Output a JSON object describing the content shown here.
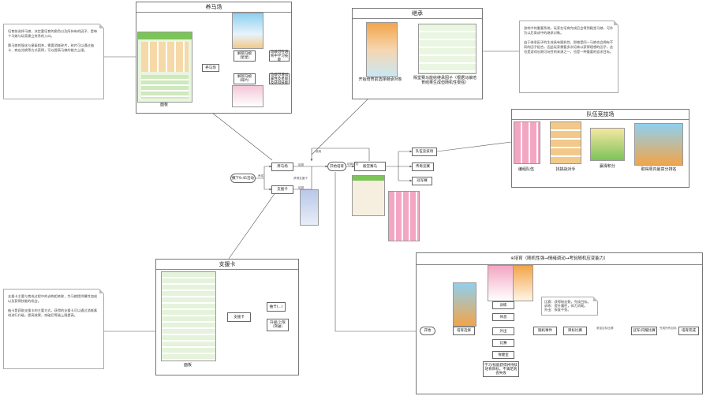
{
  "frames": {
    "horse": "养马场",
    "inherit": "继承",
    "team": "队伍竞技场",
    "support": "支援卡",
    "training": "※培育（随机性强→情绪调动→考验随机应变能力）"
  },
  "nodes": {
    "start": "撒下9:45活动",
    "horse_farm": "养马场",
    "support_card": "支援卡",
    "training": "开始培育",
    "winner_horse": "殿堂赛马",
    "team_race": "队伍竞技场",
    "legend_race": "传奇竞赛",
    "champion_meet": "冠军赛",
    "hf_small": "养马场",
    "hf_unlock_star": "解锁马娘（星星）",
    "hf_unlock_piece": "解锁马娘（碎片）",
    "hf_out1": "马娘可在培育中学习技能",
    "hf_out2": "马娘可增加属性及星级及获得技能",
    "sc_small": "支援卡",
    "sc_gacha": "抽卡(...)",
    "sc_upgrade": "升级/上限（突破）",
    "tr_start": "开始",
    "tr_select": "培育选择",
    "tr_training": "训练",
    "tr_rest": "休息",
    "tr_outing": "外出",
    "tr_race": "比赛",
    "tr_infirmary": "保健室",
    "tr_random": "随机事件",
    "tr_target": "目标比赛",
    "tr_twinkle": "冠军/闪耀比赛",
    "tr_done": "培育完成",
    "tr_loop": "学习/技能获得并持续培育目标，不满足则会失败"
  },
  "edge_labels": {
    "e1": "养成",
    "e2": "获得",
    "e3": "培育",
    "e4": "培育",
    "e5": "培育成功",
    "e6": "使用",
    "e7": "获得支援卡",
    "e8": "结果产出",
    "e9": "培育成果",
    "e10": "参加目标比赛",
    "e11": "完成所有目标",
    "e12": "获取",
    "e13": "培育"
  },
  "captions": {
    "horse_panel": "面板",
    "inherit_left": "开始培育前选择继承对象",
    "inherit_right": "殿堂赛马能给继承因子（根据马娘培育结果生成但随机性很强）",
    "team_1": "编组队伍",
    "team_2": "找挑战对手",
    "team_3": "赢得积分",
    "team_4": "取得周内最高分排名",
    "support_panel": "面板"
  },
  "notes": {
    "left_top": [
      "培育前选择马娘，决定要培育的角色以及所持有的因子，是每个马娘与玩家建立关系的入口。",
      "赛马娘的强化与星级相关，需要消耗碎片，碎片可以通过抽卡、商店兑换等方式获得，可以提高马娘的能力上限。"
    ],
    "left_bottom": [
      "支援卡主要与育成过程中的训练相关联，为马娘提供属性加成以及获得技能的机会。",
      "抽卡是获取支援卡的主要方式，获得的支援卡可以通过消耗素材进行升级，提高效果，突破后等级上限提高。"
    ],
    "right_top": [
      "游戏中的重要系统，玩家在培育完成后会得到殿堂马娘，可作为以后育成中的继承对象。",
      "由于继承因子的生成具有随机性，即使是同一马娘也会拥有不同的因子组合，因此玩家需要多次培育以获得理想的因子，这也是游戏长期可玩性的来源之一，也是一种重要的追求目标。"
    ],
    "tr_info": [
      "比赛：获得粉丝数，完成目标。",
      "训练：提升属性，体力消耗。",
      "外出：恢复干劲。"
    ]
  },
  "colors": {
    "line": "#555555",
    "frame_border": "#777777",
    "game_green": "#7cc35a",
    "game_sky": "#8fd0ef",
    "game_orange": "#f2a54a",
    "game_pink": "#f3a6c2"
  }
}
